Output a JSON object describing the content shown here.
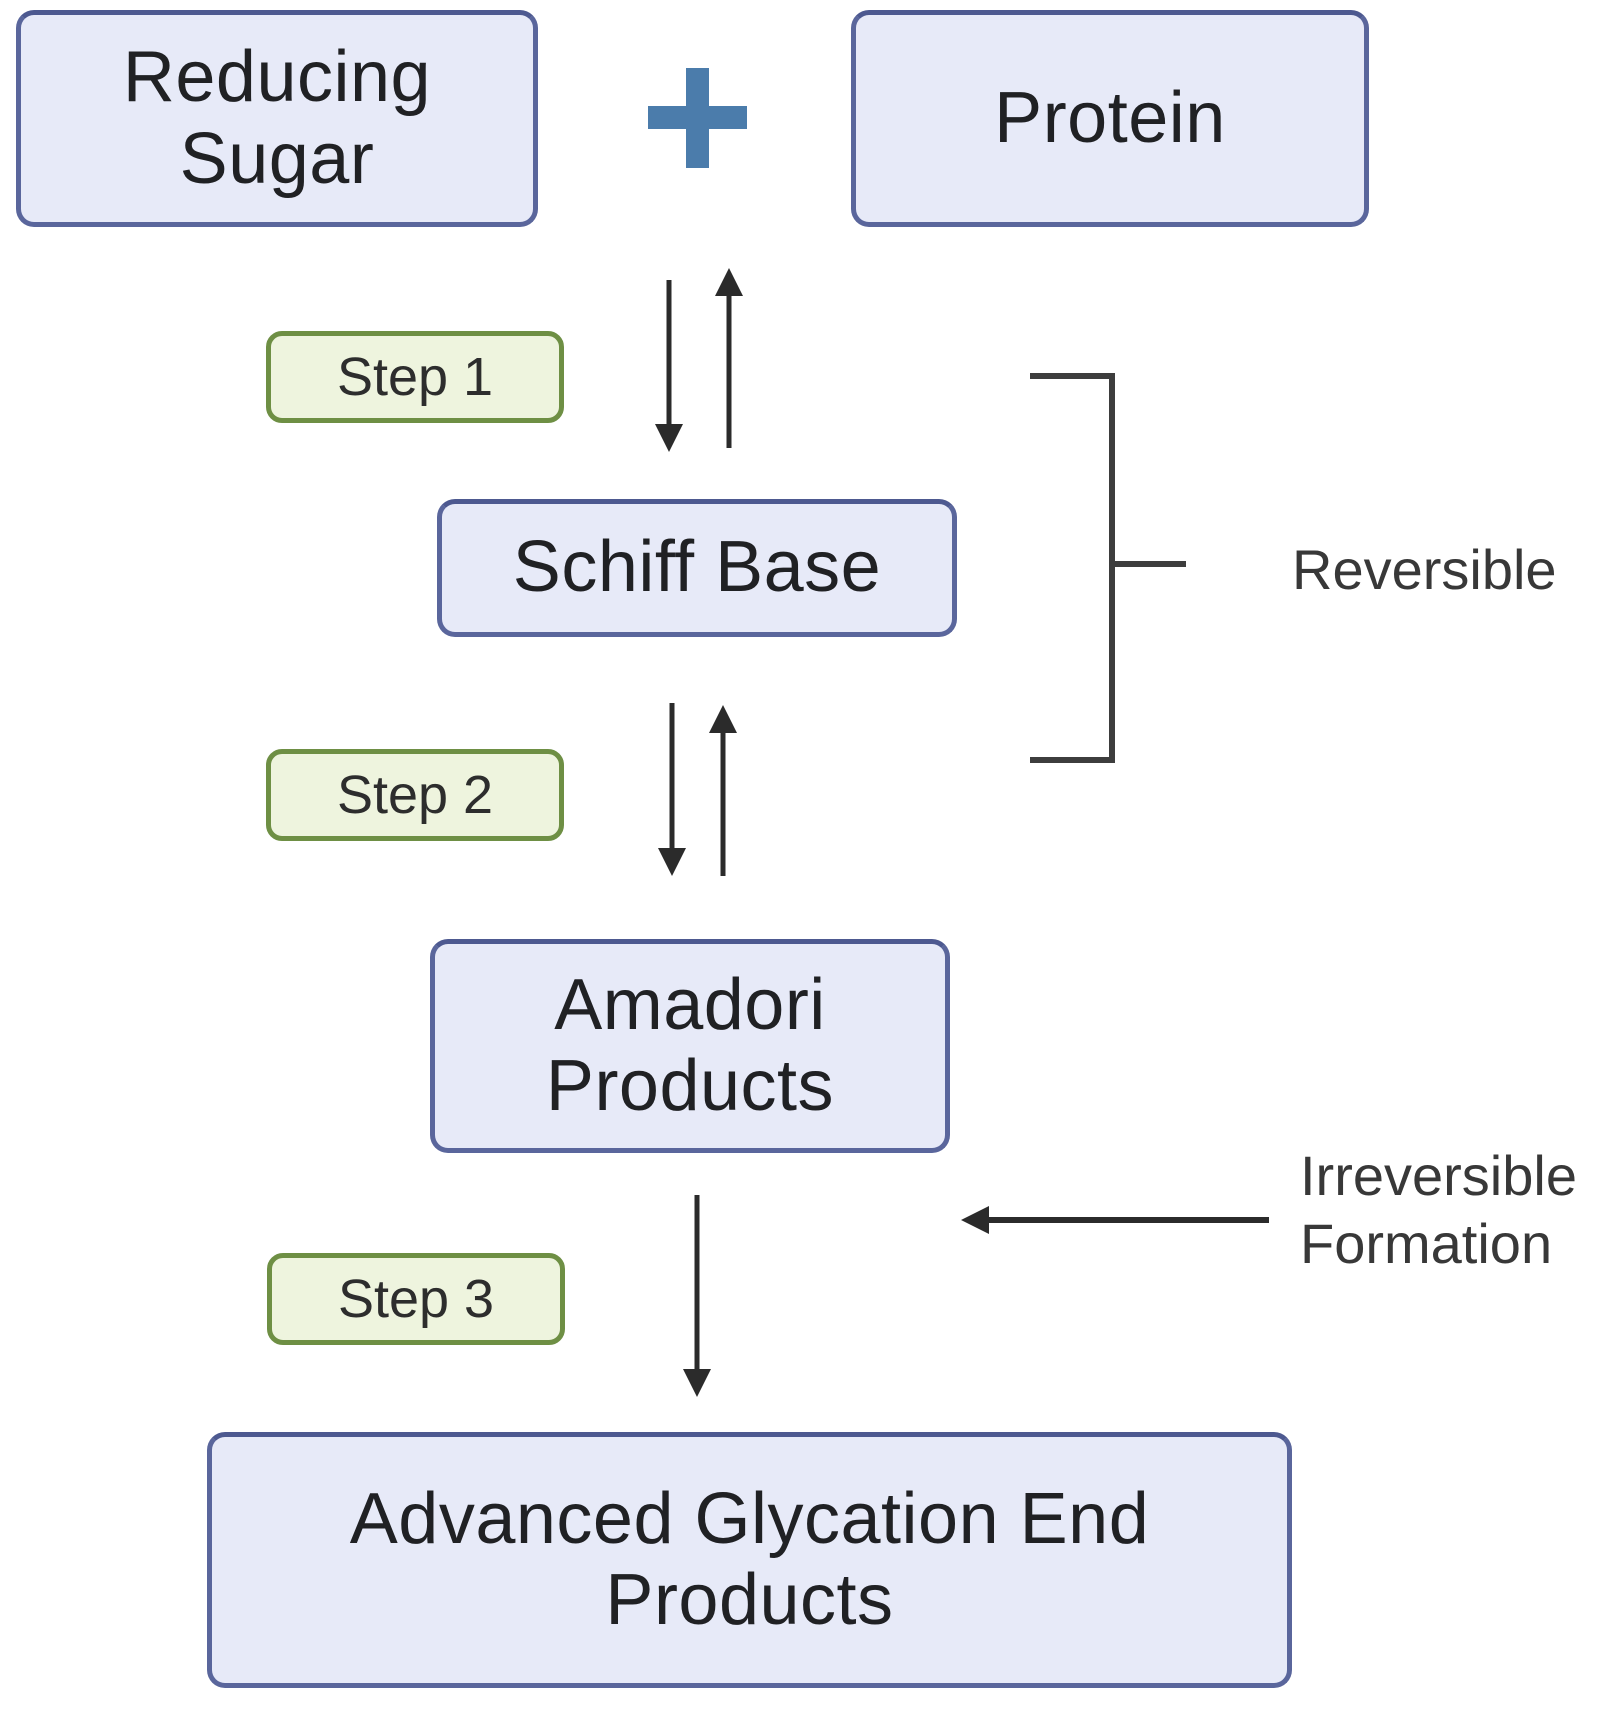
{
  "diagram": {
    "nodes": {
      "reducing_sugar": {
        "label": "Reducing Sugar"
      },
      "protein": {
        "label": "Protein"
      },
      "schiff_base": {
        "label": "Schiff Base"
      },
      "amadori_products": {
        "label": "Amadori Products"
      },
      "advanced_glycation_end_products": {
        "label": "Advanced Glycation End Products"
      }
    },
    "operator_plus": "+",
    "steps": [
      {
        "label": "Step 1"
      },
      {
        "label": "Step 2"
      },
      {
        "label": "Step 3"
      }
    ],
    "annotations": {
      "reversible": "Reversible",
      "irreversible": "Irreversible Formation"
    },
    "colors": {
      "node_fill": "#e7eaf8",
      "node_border": "#5a669c",
      "step_fill": "#eef4de",
      "step_border": "#6e8f44",
      "plus_sign": "#4b7cab",
      "arrow": "#2b2b2b",
      "bracket": "#3d3d3d",
      "node_text": "#202124",
      "annotation_text": "#383838"
    }
  }
}
